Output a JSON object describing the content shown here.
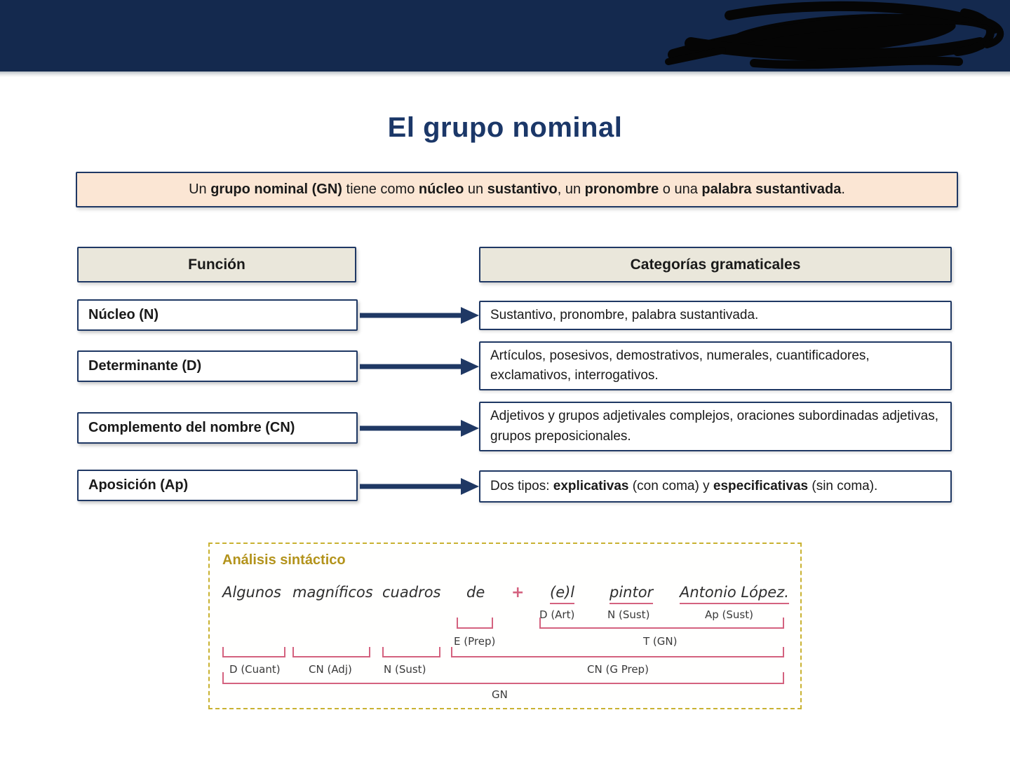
{
  "title": "El grupo nominal",
  "definition": {
    "segments": [
      {
        "text": "Un ",
        "bold": false
      },
      {
        "text": "grupo nominal (GN)",
        "bold": true
      },
      {
        "text": " tiene como ",
        "bold": false
      },
      {
        "text": "núcleo",
        "bold": true
      },
      {
        "text": " un ",
        "bold": false
      },
      {
        "text": "sustantivo",
        "bold": true
      },
      {
        "text": ", un ",
        "bold": false
      },
      {
        "text": "pronombre",
        "bold": true
      },
      {
        "text": " o una ",
        "bold": false
      },
      {
        "text": "palabra sustantivada",
        "bold": true
      },
      {
        "text": ".",
        "bold": false
      }
    ]
  },
  "table": {
    "header_left": "Función",
    "header_right": "Categorías gramaticales",
    "rows": [
      {
        "function": "Núcleo (N)",
        "categories": [
          {
            "text": "Sustantivo, pronombre, palabra sustantivada.",
            "bold": false
          }
        ]
      },
      {
        "function": "Determinante (D)",
        "categories": [
          {
            "text": "Artículos, posesivos, demostrativos, numerales, cuantificadores, exclamativos, interrogativos.",
            "bold": false
          }
        ]
      },
      {
        "function": "Complemento del nombre (CN)",
        "categories": [
          {
            "text": "Adjetivos y grupos adjetivales complejos, oraciones subordinadas adjetivas, grupos preposicionales.",
            "bold": false
          }
        ]
      },
      {
        "function": "Aposición (Ap)",
        "categories": [
          {
            "text": "Dos tipos: ",
            "bold": false
          },
          {
            "text": "explicativas",
            "bold": true
          },
          {
            "text": " (con coma) y ",
            "bold": false
          },
          {
            "text": "especificativas",
            "bold": true
          },
          {
            "text": " (sin coma).",
            "bold": false
          }
        ]
      }
    ]
  },
  "analysis": {
    "title": "Análisis sintáctico",
    "sentence": [
      {
        "text": "Algunos"
      },
      {
        "text": "magníficos"
      },
      {
        "text": "cuadros"
      },
      {
        "text": "de"
      },
      {
        "text": "+",
        "accent": true
      },
      {
        "text": "(e)l",
        "underline": true
      },
      {
        "text": "pintor",
        "underline": true
      },
      {
        "text": "Antonio López.",
        "underline": true
      }
    ],
    "tags": {
      "d_art": "D (Art)",
      "n_sust_top": "N (Sust)",
      "ap_sust": "Ap (Sust)",
      "e_prep": "E (Prep)",
      "t_gn": "T (GN)",
      "d_cuant": "D (Cuant)",
      "cn_adj": "CN (Adj)",
      "n_sust": "N (Sust)",
      "cn_gprep": "CN (G Prep)",
      "gn": "GN"
    }
  },
  "colors": {
    "banner": "#14294E",
    "box_border": "#1F3864",
    "arrow": "#1F3864",
    "title_text": "#1B3768",
    "definition_bg": "#FBE6D4",
    "header_bg": "#EAE7DB",
    "analysis_border": "#C9B232",
    "analysis_title": "#B3931B",
    "bracket_pink": "#D4627F",
    "scribble": "#050505"
  }
}
